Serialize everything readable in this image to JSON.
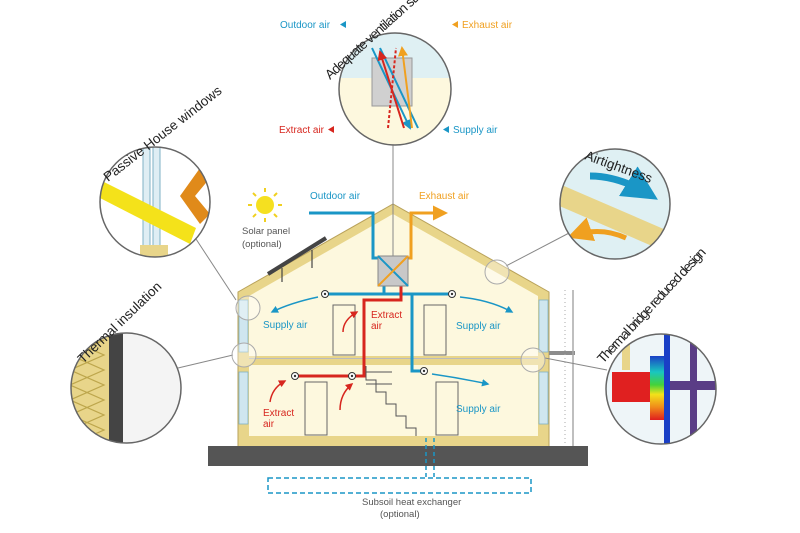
{
  "colors": {
    "cold": "#1a96c6",
    "warm": "#f0a020",
    "hot": "#d7261e",
    "wall": "#e8d58a",
    "interior": "#fdf8de",
    "ground": "#555555"
  },
  "ventilation": {
    "title": "Adequate ventilation strategy",
    "outdoor_air": "Outdoor air",
    "exhaust_air": "Exhaust air",
    "extract_air": "Extract air",
    "supply_air": "Supply air"
  },
  "features": {
    "windows": "Passive House windows",
    "insulation": "Thermal insulation",
    "airtightness": "Airtightness",
    "thermal_bridge": "Thermal bridge reduced design"
  },
  "house": {
    "outdoor_air": "Outdoor air",
    "exhaust_air": "Exhaust air",
    "solar_panel": "Solar panel",
    "optional_1": "(optional)",
    "supply_air_1": "Supply air",
    "supply_air_2": "Supply air",
    "supply_air_3": "Supply air",
    "extract_air_1": "Extract",
    "extract_air_1b": "air",
    "extract_air_2": "Extract",
    "extract_air_2b": "air",
    "subsoil": "Subsoil heat exchanger",
    "optional_2": "(optional)"
  }
}
